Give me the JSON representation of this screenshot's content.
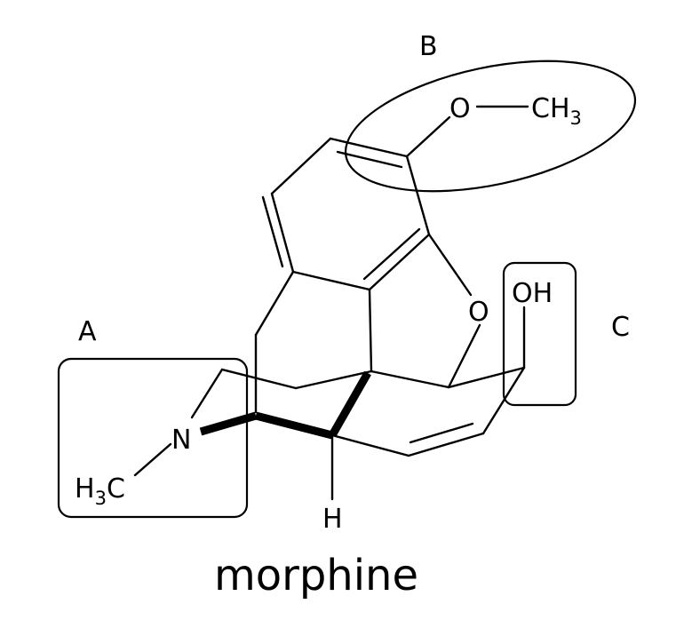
{
  "molecule": {
    "name": "morphine"
  },
  "regions": {
    "a": {
      "label": "A"
    },
    "b": {
      "label": "B"
    },
    "c": {
      "label": "C"
    }
  },
  "atoms": {
    "methoxy_o": "O",
    "methyl_top_main": "CH",
    "methyl_top_sub": "3",
    "ring_o": "O",
    "hydroxyl": "OH",
    "nitrogen": "N",
    "methyl_n_main": "H",
    "methyl_n_sub": "3",
    "methyl_n_c": "C",
    "hydrogen": "H"
  }
}
